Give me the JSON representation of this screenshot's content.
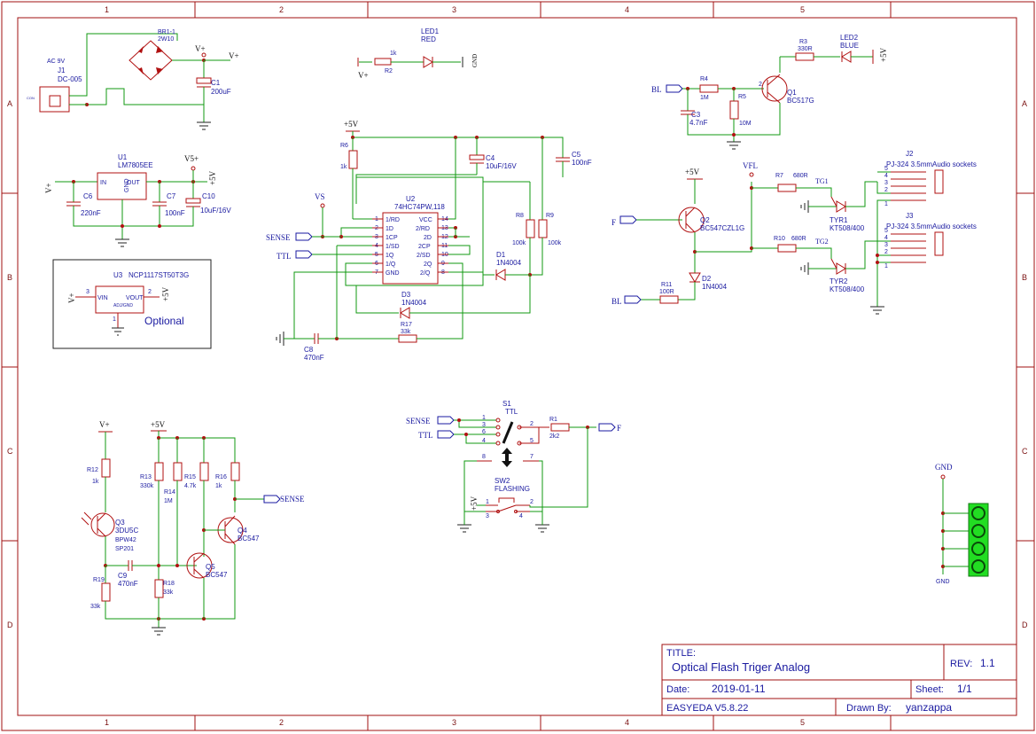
{
  "title_block": {
    "title_label": "TITLE:",
    "title": "Optical Flash Triger Analog",
    "rev_label": "REV:",
    "rev": "1.1",
    "date_label": "Date:",
    "date": "2019-01-11",
    "sheet_label": "Sheet:",
    "sheet": "1/1",
    "tool": "EASYEDA V5.8.22",
    "drawn_label": "Drawn By:",
    "drawn_by": "yanzappa"
  },
  "zones": {
    "cols": [
      "1",
      "2",
      "3",
      "4",
      "5"
    ],
    "rows": [
      "A",
      "B",
      "C",
      "D"
    ]
  },
  "power": {
    "vplus": "V+",
    "v5plus": "V5+",
    "plus5v": "+5V",
    "gnd": "GND",
    "vs": "VS",
    "vfl": "VFL"
  },
  "nets": {
    "sense": "SENSE",
    "ttl": "TTL",
    "bl": "BL",
    "f": "F",
    "tg1": "TG1",
    "tg2": "TG2"
  },
  "components": {
    "j1": {
      "ref": "J1",
      "val": "DC-005",
      "note": "AC 9V",
      "pin": "CON"
    },
    "br1": {
      "ref": "BR1-1",
      "val": "2W10"
    },
    "c1": {
      "ref": "C1",
      "val": "200uF"
    },
    "u1": {
      "ref": "U1",
      "val": "LM7805EE",
      "in": "IN",
      "out": "OUT",
      "gnd": "GND"
    },
    "c6": {
      "ref": "C6",
      "val": "220nF"
    },
    "c7": {
      "ref": "C7",
      "val": "100nF"
    },
    "c10": {
      "ref": "C10",
      "val": "10uF/16V"
    },
    "u3": {
      "ref": "U3",
      "val": "NCP1117ST50T3G",
      "vin": "VIN",
      "vout": "VOUT",
      "adj": "ADJ/GND",
      "pin3": "3",
      "pin2": "2",
      "pin1": "1"
    },
    "optional": "Optional",
    "led1": {
      "ref": "LED1",
      "val": "RED"
    },
    "r2": {
      "ref": "R2",
      "val": "1k"
    },
    "r6": {
      "ref": "R6",
      "val": "1k"
    },
    "c4": {
      "ref": "C4",
      "val": "10uF/16V"
    },
    "c5": {
      "ref": "C5",
      "val": "100nF"
    },
    "u2": {
      "ref": "U2",
      "val": "74HC74PW,118"
    },
    "u2_left": [
      "1/RD",
      "1D",
      "1CP",
      "1/SD",
      "1Q",
      "1/Q",
      "GND"
    ],
    "u2_left_nums": [
      "1",
      "2",
      "3",
      "4",
      "5",
      "6",
      "7"
    ],
    "u2_right": [
      "VCC",
      "2/RD",
      "2D",
      "2CP",
      "2/SD",
      "2Q",
      "2/Q"
    ],
    "u2_right_nums": [
      "14",
      "13",
      "12",
      "11",
      "10",
      "9",
      "8"
    ],
    "r8": {
      "ref": "R8",
      "val": "100k"
    },
    "r9": {
      "ref": "R9",
      "val": "100k"
    },
    "d1": {
      "ref": "D1",
      "val": "1N4004"
    },
    "d3": {
      "ref": "D3",
      "val": "1N4004"
    },
    "r17": {
      "ref": "R17",
      "val": "33k"
    },
    "c8": {
      "ref": "C8",
      "val": "470nF"
    },
    "r3": {
      "ref": "R3",
      "val": "330R"
    },
    "led2": {
      "ref": "LED2",
      "val": "BLUE"
    },
    "r4": {
      "ref": "R4",
      "val": "1M"
    },
    "r5": {
      "ref": "R5",
      "val": "10M"
    },
    "c3": {
      "ref": "C3",
      "val": "4.7nF"
    },
    "q1": {
      "ref": "Q1",
      "val": "BC517G"
    },
    "q2": {
      "ref": "Q2",
      "val": "BC547CZL1G"
    },
    "d2": {
      "ref": "D2",
      "val": "1N4004"
    },
    "r11": {
      "ref": "R11",
      "val": "100R"
    },
    "r7": {
      "ref": "R7",
      "val": "680R"
    },
    "r10": {
      "ref": "R10",
      "val": "680R"
    },
    "tyr1": {
      "ref": "TYR1",
      "val": "KT508/400"
    },
    "tyr2": {
      "ref": "TYR2",
      "val": "KT508/400"
    },
    "j2": {
      "ref": "J2",
      "val": "PJ-324 3.5mmAudio sockets"
    },
    "j3": {
      "ref": "J3",
      "val": "PJ-324 3.5mmAudio sockets"
    },
    "s1": {
      "ref": "S1",
      "val": "TTL"
    },
    "r1": {
      "ref": "R1",
      "val": "2k2"
    },
    "sw2": {
      "ref": "SW2",
      "val": "FLASHING"
    },
    "r12": {
      "ref": "R12",
      "val": "1k"
    },
    "q3": {
      "ref": "Q3",
      "val": "3DU5C",
      "v2": "BPW42",
      "v3": "SP201"
    },
    "r13": {
      "ref": "R13",
      "val": "330k"
    },
    "r14": {
      "ref": "R14",
      "val": "1M"
    },
    "r15": {
      "ref": "R15",
      "val": "4.7k"
    },
    "r16": {
      "ref": "R16",
      "val": "1k"
    },
    "q4": {
      "ref": "Q4",
      "val": "BC547"
    },
    "q5": {
      "ref": "Q5",
      "val": "BC547"
    },
    "c9": {
      "ref": "C9",
      "val": "470nF"
    },
    "r18": {
      "ref": "R18",
      "val": "33k"
    },
    "r19": {
      "ref": "R19",
      "val": "33k"
    }
  }
}
